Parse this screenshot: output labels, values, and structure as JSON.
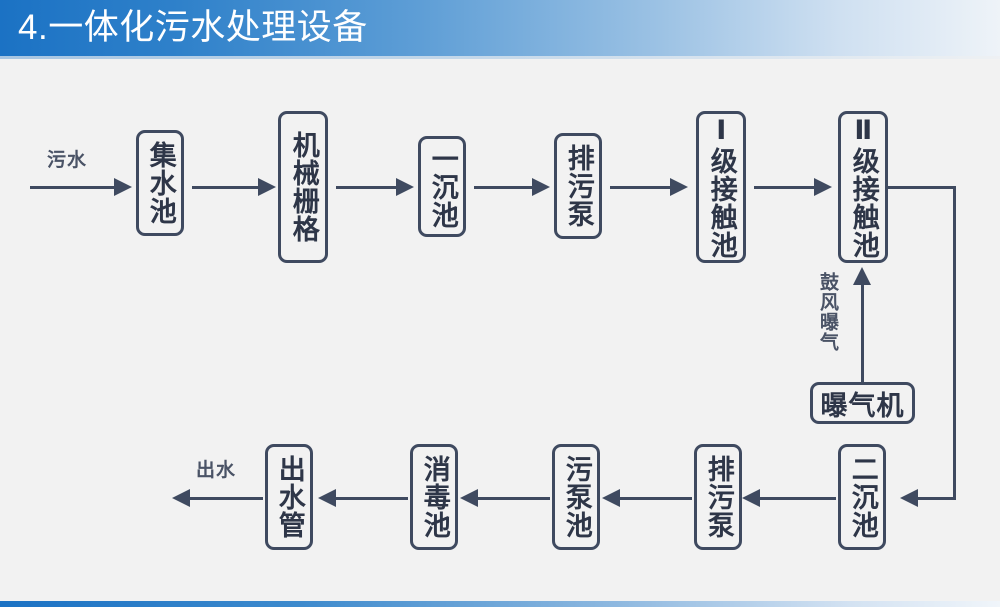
{
  "header": {
    "title": "4.一体化污水处理设备",
    "accent_color": "#1b72c4",
    "text_color": "#ffffff"
  },
  "canvas": {
    "background": "#f2f2f2",
    "stroke_color": "#3f4a60",
    "label_color": "#2e3648"
  },
  "diagram": {
    "type": "process-flow",
    "row1": [
      {
        "id": "jishuichi",
        "label": "集水池"
      },
      {
        "id": "jixieshange",
        "label": "机械栅格"
      },
      {
        "id": "yichenchi",
        "label": "一沉池"
      },
      {
        "id": "paiwubeng1",
        "label": "排污泵"
      },
      {
        "id": "yijijiechuchi",
        "label": "Ⅰ级接触池"
      },
      {
        "id": "erjijiechuchi",
        "label": "Ⅱ级接触池"
      }
    ],
    "row2": [
      {
        "id": "chushuiguan",
        "label": "出水管"
      },
      {
        "id": "xiaoduchi",
        "label": "消毒池"
      },
      {
        "id": "wubengchi",
        "label": "污泵池"
      },
      {
        "id": "paiwubeng2",
        "label": "排污泵"
      },
      {
        "id": "erchenchi",
        "label": "二沉池"
      }
    ],
    "aux": [
      {
        "id": "puqiji",
        "label": "曝气机"
      }
    ],
    "edge_labels": {
      "inlet": "污水",
      "outlet": "出水",
      "aeration": "鼓风曝气"
    }
  }
}
